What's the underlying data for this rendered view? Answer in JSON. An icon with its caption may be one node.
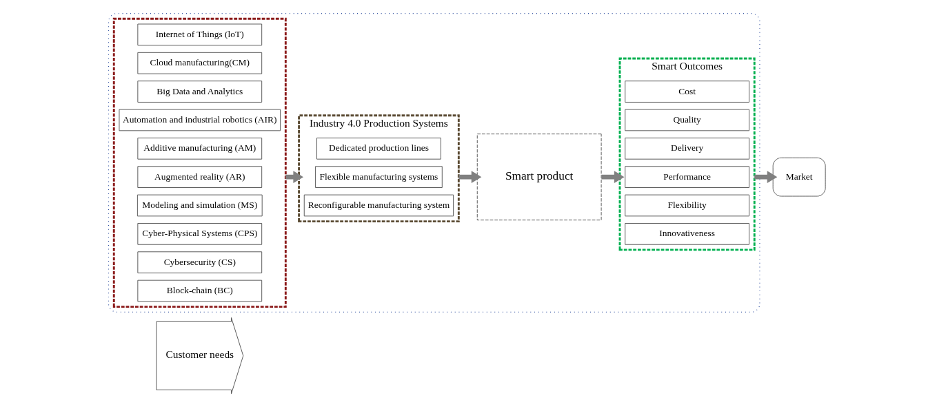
{
  "diagram": {
    "nodes": [
      {
        "text": [
          "Customer needs"
        ]
      },
      {
        "text": [],
        "shape": "pentagon"
      },
      {
        "text": [],
        "shape": "box",
        "in": 1
      },
      {
        "text": [
          "Internet of Things (loT)"
        ],
        "in": 2
      },
      {
        "text": [
          "Cloud manufacturing(CM)"
        ],
        "in": 2
      },
      {
        "text": [
          "Big Data and Analytics"
        ],
        "in": 2
      },
      {
        "text": [
          "Automation and industrial robotics (AIR)"
        ],
        "in": 2
      },
      {
        "text": [
          "Additive manufacturing (AM)"
        ],
        "in": 2
      },
      {
        "text": [
          "Augmented reality (AR)"
        ],
        "in": 2
      },
      {
        "text": [
          "Modeling and simulation (MS)"
        ],
        "in": 2
      },
      {
        "text": [
          "Cyber-Physical Systems (CPS)"
        ],
        "in": 2
      },
      {
        "text": [
          "Cybersecurity (CS)"
        ],
        "in": 2
      },
      {
        "text": [
          "Block-chain (BC)"
        ],
        "in": 2
      },
      {
        "text": [
          "Industry 4.0 Production Systems"
        ],
        "in": 1
      },
      {
        "text": [
          "Dedicated production lines"
        ],
        "in": 13
      },
      {
        "text": [
          "Flexible manufacturing systems"
        ],
        "in": 13
      },
      {
        "text": [
          "Reconfigurable manufacturing system"
        ],
        "in": 13
      },
      {
        "text": [
          "Smart product"
        ],
        "in": 1
      },
      {
        "text": [
          "Smart Outcomes"
        ],
        "in": 1
      },
      {
        "text": [
          "Cost"
        ],
        "in": 18
      },
      {
        "text": [
          "Quality"
        ],
        "in": 18
      },
      {
        "text": [
          "Delivery"
        ],
        "in": 18
      },
      {
        "text": [
          "Performance"
        ],
        "in": 18
      },
      {
        "text": [
          "Flexibility"
        ],
        "in": 18
      },
      {
        "text": [
          "Innovativeness"
        ],
        "in": 18
      },
      {
        "text": [
          "Market"
        ]
      }
    ],
    "edges": [
      {
        "from": 2,
        "to": 13,
        "arrow": "to"
      },
      {
        "from": 13,
        "to": 17,
        "arrow": "to"
      },
      {
        "from": 17,
        "to": 18,
        "arrow": "to"
      },
      {
        "from": 18,
        "to": 25,
        "arrow": "to"
      }
    ]
  }
}
